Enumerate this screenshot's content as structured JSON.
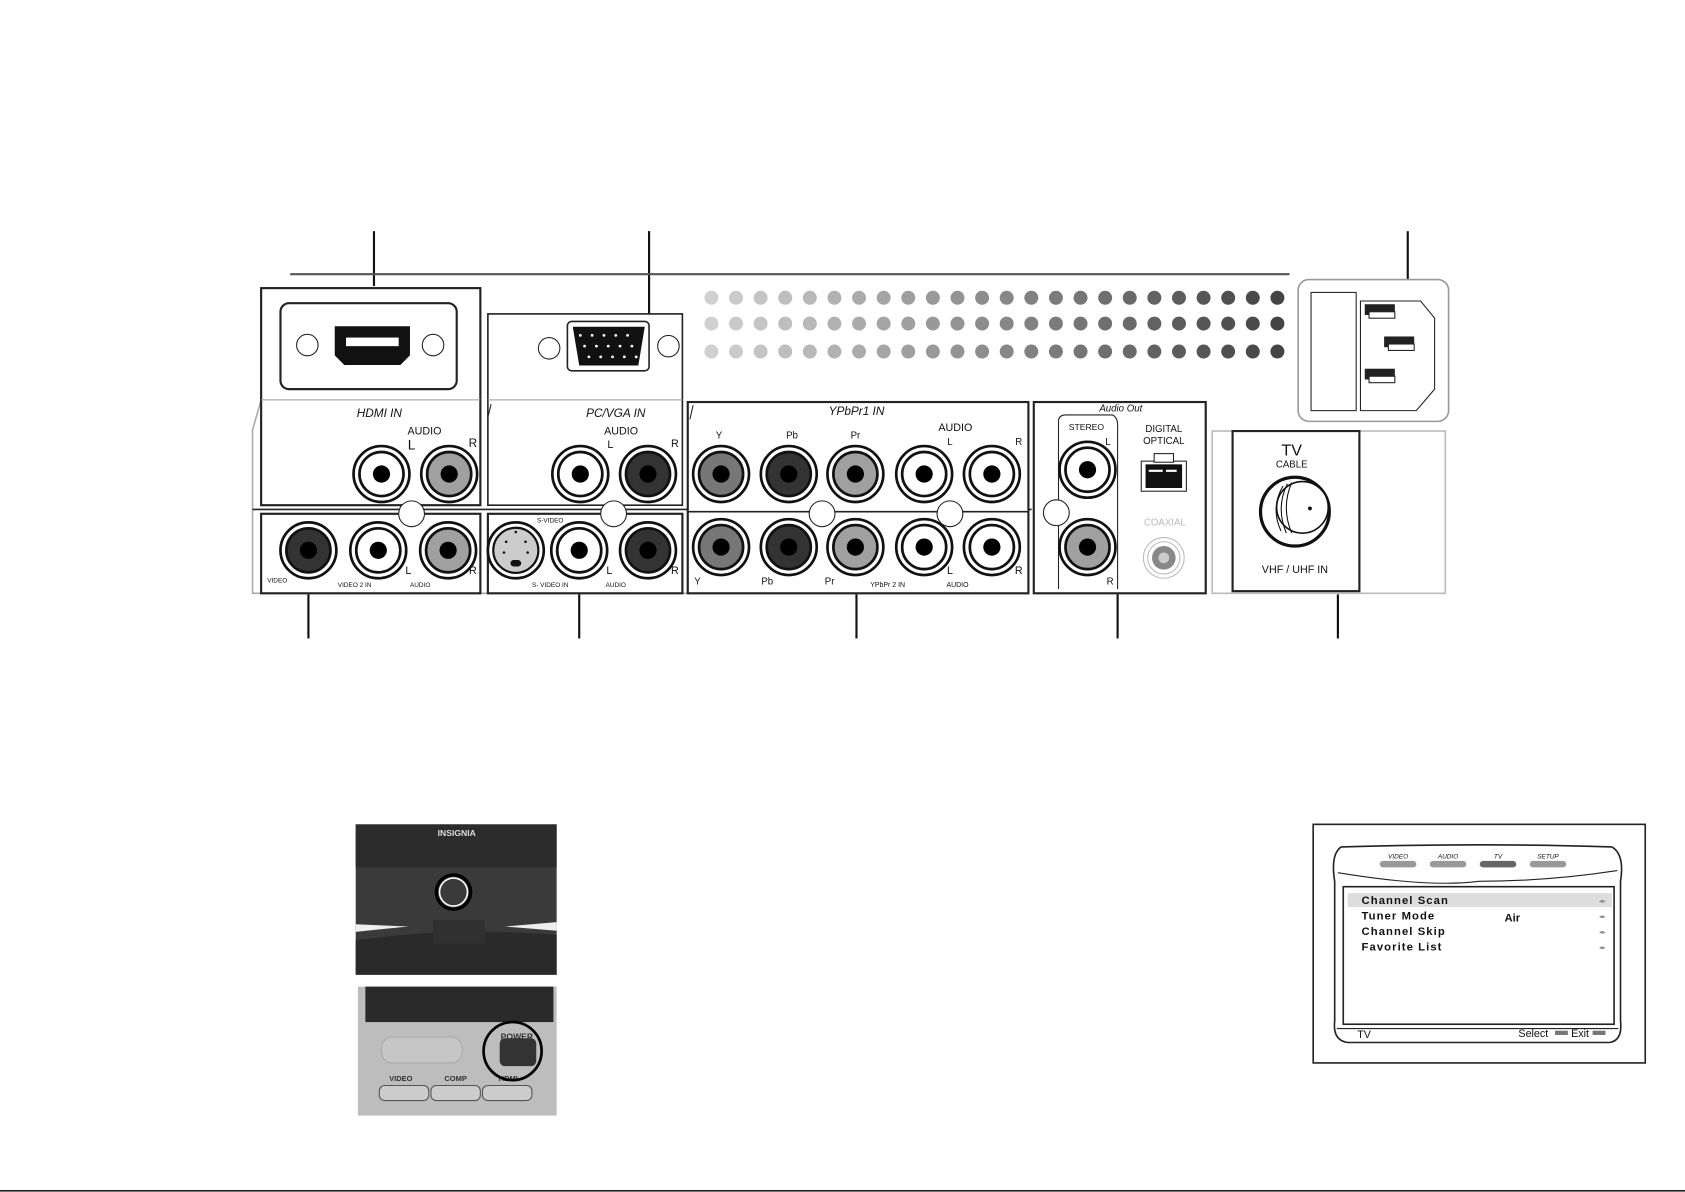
{
  "hdmi_panel": {
    "title": "HDMI IN",
    "audio": "AUDIO",
    "l": "L",
    "r": "R"
  },
  "video2_panel": {
    "video": "VIDEO",
    "title": "VIDEO 2 IN",
    "audio": "AUDIO",
    "l": "L",
    "r": "R"
  },
  "vga_panel": {
    "title": "PC/VGA IN",
    "audio": "AUDIO",
    "l": "L",
    "r": "R"
  },
  "svideo_panel": {
    "svideo": "S-VIDEO",
    "title": "S- VIDEO IN",
    "audio": "AUDIO",
    "l": "L",
    "r": "R"
  },
  "ypbpr1_panel": {
    "title": "YPbPr1 IN",
    "y": "Y",
    "pb": "Pb",
    "pr": "Pr",
    "audio": "AUDIO",
    "l": "L",
    "r": "R"
  },
  "ypbpr2_panel": {
    "title": "YPbPr 2 IN",
    "y": "Y",
    "pb": "Pb",
    "pr": "Pr",
    "audio": "AUDIO",
    "l": "L",
    "r": "R"
  },
  "audio_out_panel": {
    "title": "Audio Out",
    "stereo": "STEREO",
    "l": "L",
    "r": "R",
    "digital": "DIGITAL",
    "optical": "OPTICAL",
    "coaxial": "COAXIAL"
  },
  "tv_panel": {
    "tv": "TV",
    "cable": "CABLE",
    "vhf": "VHF / UHF IN"
  },
  "photos": {
    "brand": "INSIGNIA",
    "power": "POWER",
    "video": "VIDEO",
    "comp": "COMP",
    "hdmi": "HDMI"
  },
  "osd": {
    "tabs": [
      "VIDEO",
      "AUDIO",
      "TV",
      "SETUP"
    ],
    "active_tab": "TV",
    "items": [
      {
        "label": "Channel Scan",
        "value": "",
        "selected": true
      },
      {
        "label": "Tuner Mode",
        "value": "Air",
        "selected": false
      },
      {
        "label": "Channel Skip",
        "value": "",
        "selected": false
      },
      {
        "label": "Favorite List",
        "value": "",
        "selected": false
      }
    ],
    "footer_left": "TV",
    "footer_select": "Select",
    "footer_exit": "Exit"
  },
  "colors": {
    "jack_dark": "#333333",
    "jack_mid": "#777777",
    "jack_light": "#a0a0a0",
    "jack_white": "#ffffff"
  }
}
